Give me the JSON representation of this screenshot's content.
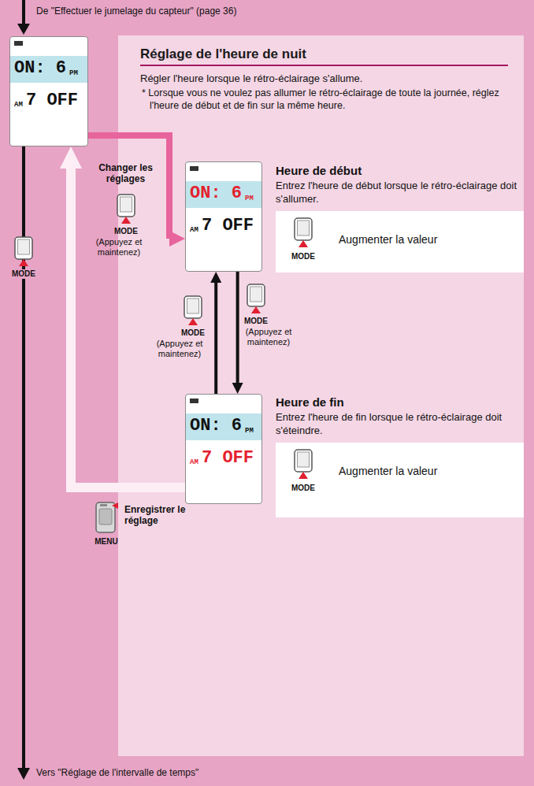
{
  "diagram": {
    "nodes": [
      {
        "text": [
          "ON: 6",
          "PM",
          "AM",
          "7 OFF"
        ]
      },
      {
        "text": [
          "Réglage de l'heure de nuit",
          "Régler l'heure lorsque le rétro-éclairage s'allume.",
          "* Lorsque vous ne voulez pas allumer le rétro-éclairage de toute la journée, réglez l'heure de début et de fin sur la même heure."
        ]
      },
      {
        "text": [
          "ON: 6",
          "PM",
          "AM",
          "7 OFF"
        ],
        "in": 1
      },
      {
        "text": [
          "Heure de début",
          "Entrez l'heure de début lorsque le rétro-éclairage doit s'allumer."
        ],
        "in": 1
      },
      {
        "text": [
          "MODE",
          "Augmenter la valeur"
        ],
        "in": 1
      },
      {
        "text": [
          "ON: 6",
          "PM",
          "AM",
          "7 OFF"
        ],
        "in": 1
      },
      {
        "text": [
          "Heure de fin",
          "Entrez l'heure de fin lorsque le rétro-éclairage doit s'éteindre."
        ],
        "in": 1
      },
      {
        "text": [
          "MODE",
          "Augmenter la valeur"
        ],
        "in": 1
      }
    ],
    "edges": [
      {
        "from": 0,
        "to": 2,
        "arrow": "to"
      },
      {
        "from": 2,
        "to": 5,
        "arrow": "to"
      },
      {
        "from": 5,
        "to": 2,
        "arrow": "to"
      },
      {
        "from": 5,
        "to": 0,
        "arrow": "to"
      }
    ],
    "labels": [
      "De \"Effectuer le jumelage du capteur\" (page 36)",
      "MODE",
      "Changer les réglages",
      "MODE",
      "(Appuyez et maintenez)",
      "MODE",
      "(Appuyez et maintenez)",
      "MODE",
      "(Appuyez et maintenez)",
      "Enregistrer le réglage",
      "MENU",
      "Vers \"Réglage de l'intervalle de temps\""
    ]
  }
}
